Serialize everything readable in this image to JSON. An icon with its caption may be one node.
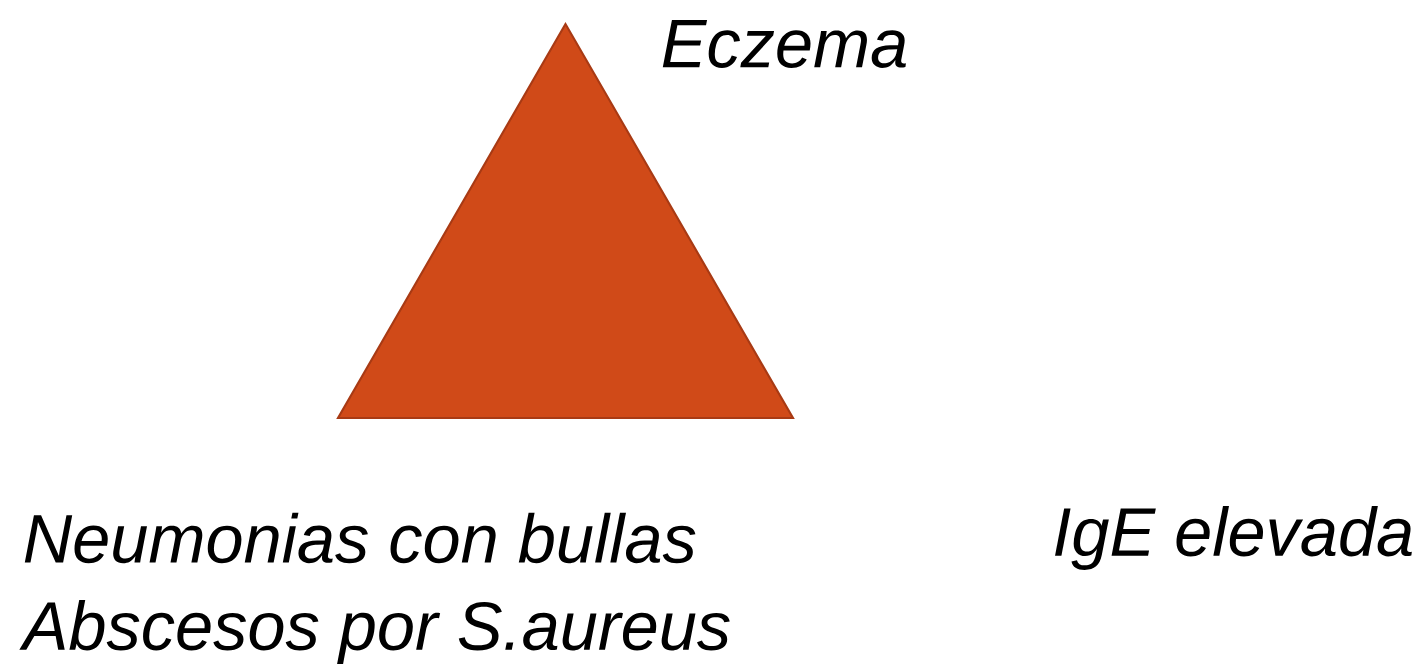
{
  "diagram": {
    "nodes": [
      {
        "text": [],
        "shape": "triangle",
        "beside": [
          "Eczema",
          "Neumonias con bullas",
          "Abscesos por S.aureus"
        ]
      }
    ],
    "labels": [
      "IgE elevada"
    ]
  }
}
